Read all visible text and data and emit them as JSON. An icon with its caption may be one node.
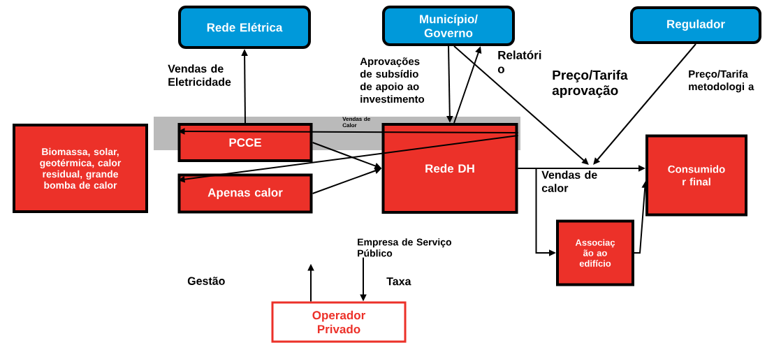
{
  "diagram": {
    "nodes": [
      {
        "text": [
          "Rede Elétrica"
        ]
      },
      {
        "text": [
          "Município/ Governo"
        ]
      },
      {
        "text": [
          "Regulador"
        ]
      },
      {
        "text": [
          "Biomassa, solar, geotérmica, calor residual, grande bomba de calor"
        ]
      },
      {
        "text": [
          "PCCE"
        ]
      },
      {
        "text": [
          "Rede DH"
        ]
      },
      {
        "text": [
          "Apenas calor"
        ]
      },
      {
        "text": [
          "Consumido r final"
        ]
      },
      {
        "text": [
          "Associaç ão ao edifício"
        ]
      },
      {
        "text": [
          "Empresa de Serviço Público"
        ]
      },
      {
        "text": [
          "Operador Privado"
        ]
      }
    ],
    "edges": [
      {
        "from": 4,
        "to": 0,
        "arrow": "to",
        "label": "Vendas de Eletricidade"
      },
      {
        "from": 1,
        "to": 5,
        "arrow": "to",
        "label": "Aprovações de subsídio de apoio ao investimento"
      },
      {
        "from": 5,
        "to": 1,
        "arrow": "to",
        "label": "Relatóri o"
      },
      {
        "from": 1,
        "to": null,
        "arrow": "to"
      },
      {
        "from": 2,
        "to": null,
        "arrow": "to",
        "label": "Preço/Tarifa aprovação"
      },
      {
        "from": 5,
        "to": 7,
        "arrow": "to",
        "label": "Vendas de calor"
      },
      {
        "from": 5,
        "to": 8,
        "arrow": "to"
      },
      {
        "from": 8,
        "to": 7,
        "arrow": "to"
      },
      {
        "from": 5,
        "to": 4,
        "arrow": "to",
        "label": "Vendas de Calor"
      },
      {
        "from": 4,
        "to": 5,
        "arrow": "to"
      },
      {
        "from": 6,
        "to": 5,
        "arrow": "to"
      },
      {
        "from": 5,
        "to": 6,
        "arrow": "to"
      },
      {
        "from": 9,
        "to": 10,
        "arrow": "to",
        "label": "Taxa"
      },
      {
        "from": 10,
        "to": null,
        "arrow": "to"
      }
    ],
    "labels": [
      "Preço/Tarifa metodologi a",
      "Gestão"
    ]
  }
}
